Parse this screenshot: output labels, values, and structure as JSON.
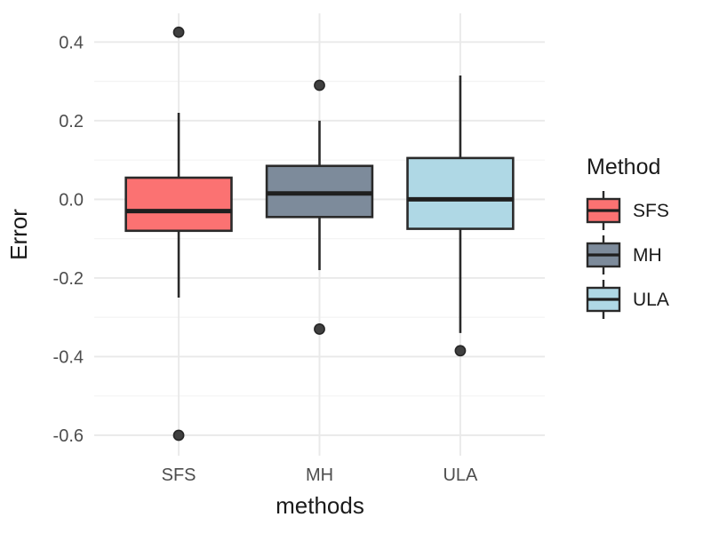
{
  "chart_data": {
    "type": "boxplot",
    "title": "",
    "xlabel": "methods",
    "ylabel": "Error",
    "categories": [
      "SFS",
      "MH",
      "ULA"
    ],
    "legend": {
      "title": "Method",
      "position": "right",
      "entries": [
        "SFS",
        "MH",
        "ULA"
      ]
    },
    "y_axis": {
      "major_ticks": [
        0.4,
        0.2,
        0.0,
        -0.2,
        -0.4,
        -0.6
      ],
      "tick_labels": [
        "0.4",
        "0.2",
        "0.0",
        "-0.2",
        "-0.4",
        "-0.6"
      ],
      "minor_ticks": [
        0.3,
        0.1,
        -0.1,
        -0.3,
        -0.5
      ],
      "ylim": [
        -0.652,
        0.473
      ]
    },
    "x_axis": {
      "tick_labels": [
        "SFS",
        "MH",
        "ULA"
      ]
    },
    "series": [
      {
        "name": "SFS",
        "fill": "#FB7272",
        "whisker_low": -0.25,
        "q1": -0.08,
        "median": -0.03,
        "q3": 0.055,
        "whisker_high": 0.22,
        "outliers": [
          0.425,
          -0.6
        ]
      },
      {
        "name": "MH",
        "fill": "#7D8B9B",
        "whisker_low": -0.18,
        "q1": -0.045,
        "median": 0.015,
        "q3": 0.085,
        "whisker_high": 0.2,
        "outliers": [
          0.29,
          -0.33
        ]
      },
      {
        "name": "ULA",
        "fill": "#AFD8E5",
        "whisker_low": -0.34,
        "q1": -0.075,
        "median": 0.0,
        "q3": 0.105,
        "whisker_high": 0.315,
        "outliers": [
          -0.385
        ]
      }
    ],
    "grid": true,
    "background": "#FFFFFF"
  },
  "colors": {
    "box_stroke": "#2A2A2A",
    "median_line": "#1F1F1F",
    "whisker": "#2A2A2A",
    "outlier_fill": "#404040",
    "outlier_stroke": "#262626",
    "grid_major": "#E9E9E9",
    "grid_minor": "#F4F4F4",
    "tick_text": "#4D4D4D",
    "title_text": "#1A1A1A"
  }
}
